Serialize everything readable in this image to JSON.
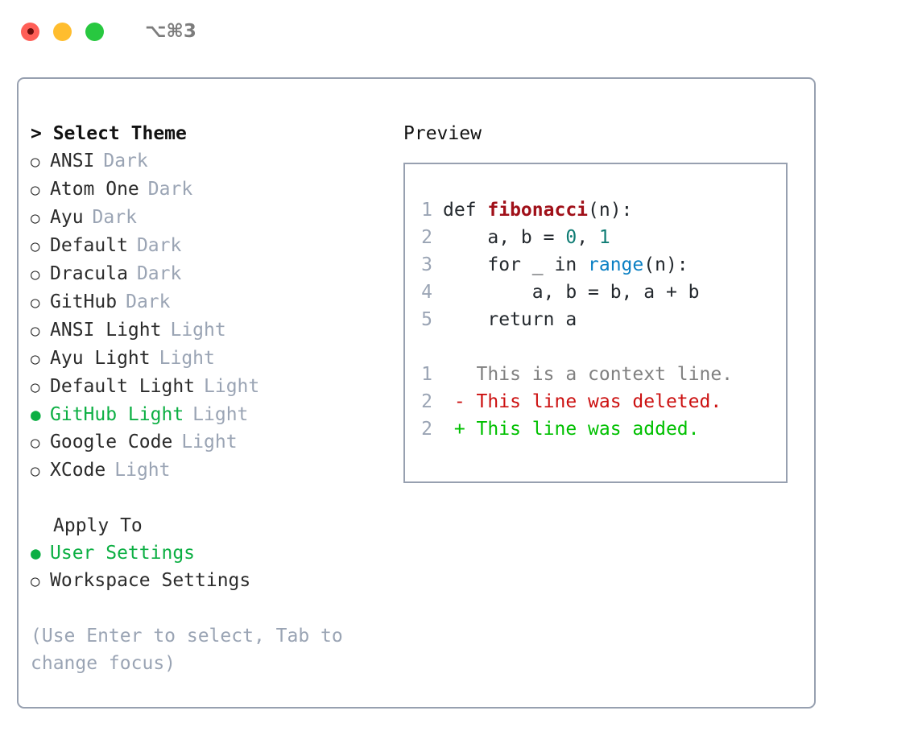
{
  "titlebar": {
    "shortcut": "⌥⌘3",
    "lights": [
      {
        "name": "close",
        "color": "#ff5f57"
      },
      {
        "name": "minimize",
        "color": "#ffbd2e"
      },
      {
        "name": "maximize",
        "color": "#28c840"
      }
    ]
  },
  "theme_picker": {
    "header": "> Select Theme",
    "marker_selected": "●",
    "marker_unselected": "○",
    "options": [
      {
        "label": "ANSI",
        "tag": "Dark",
        "selected": false
      },
      {
        "label": "Atom One",
        "tag": "Dark",
        "selected": false
      },
      {
        "label": "Ayu",
        "tag": "Dark",
        "selected": false
      },
      {
        "label": "Default",
        "tag": "Dark",
        "selected": false
      },
      {
        "label": "Dracula",
        "tag": "Dark",
        "selected": false
      },
      {
        "label": "GitHub",
        "tag": "Dark",
        "selected": false
      },
      {
        "label": "ANSI Light",
        "tag": "Light",
        "selected": false
      },
      {
        "label": "Ayu Light",
        "tag": "Light",
        "selected": false
      },
      {
        "label": "Default Light",
        "tag": "Light",
        "selected": false
      },
      {
        "label": "GitHub Light",
        "tag": "Light",
        "selected": true
      },
      {
        "label": "Google Code",
        "tag": "Light",
        "selected": false
      },
      {
        "label": "XCode",
        "tag": "Light",
        "selected": false
      }
    ]
  },
  "apply_to": {
    "header": "Apply To",
    "options": [
      {
        "label": "User Settings",
        "selected": true
      },
      {
        "label": "Workspace Settings",
        "selected": false
      }
    ]
  },
  "hint": "(Use Enter to select, Tab to change focus)",
  "preview": {
    "title": "Preview",
    "code_lines": [
      {
        "n": "1",
        "segments": [
          {
            "text": "def ",
            "kind": "plain"
          },
          {
            "text": "fibonacci",
            "kind": "fn"
          },
          {
            "text": "(n):",
            "kind": "plain"
          }
        ]
      },
      {
        "n": "2",
        "segments": [
          {
            "text": "    a, b = ",
            "kind": "plain"
          },
          {
            "text": "0",
            "kind": "num"
          },
          {
            "text": ", ",
            "kind": "plain"
          },
          {
            "text": "1",
            "kind": "num"
          }
        ]
      },
      {
        "n": "3",
        "segments": [
          {
            "text": "    for _ in ",
            "kind": "plain"
          },
          {
            "text": "range",
            "kind": "kw"
          },
          {
            "text": "(n):",
            "kind": "plain"
          }
        ]
      },
      {
        "n": "4",
        "segments": [
          {
            "text": "        a, b = b, a + b",
            "kind": "plain"
          }
        ]
      },
      {
        "n": "5",
        "segments": [
          {
            "text": "    return a",
            "kind": "plain"
          }
        ]
      }
    ],
    "diff_lines": [
      {
        "n": "1",
        "text": "   This is a context line.",
        "kind": "ctx"
      },
      {
        "n": "2",
        "text": " - This line was deleted.",
        "kind": "del"
      },
      {
        "n": "2",
        "text": " + This line was added.",
        "kind": "add"
      }
    ]
  },
  "colors": {
    "accent_green": "#0caf43",
    "muted": "#9aa4b4",
    "border": "#97a0b0",
    "diff_delete": "#cc1111",
    "diff_add": "#00c000",
    "syntax_function": "#a01019",
    "syntax_number": "#0f7c74",
    "syntax_keyword": "#0b80c4"
  }
}
